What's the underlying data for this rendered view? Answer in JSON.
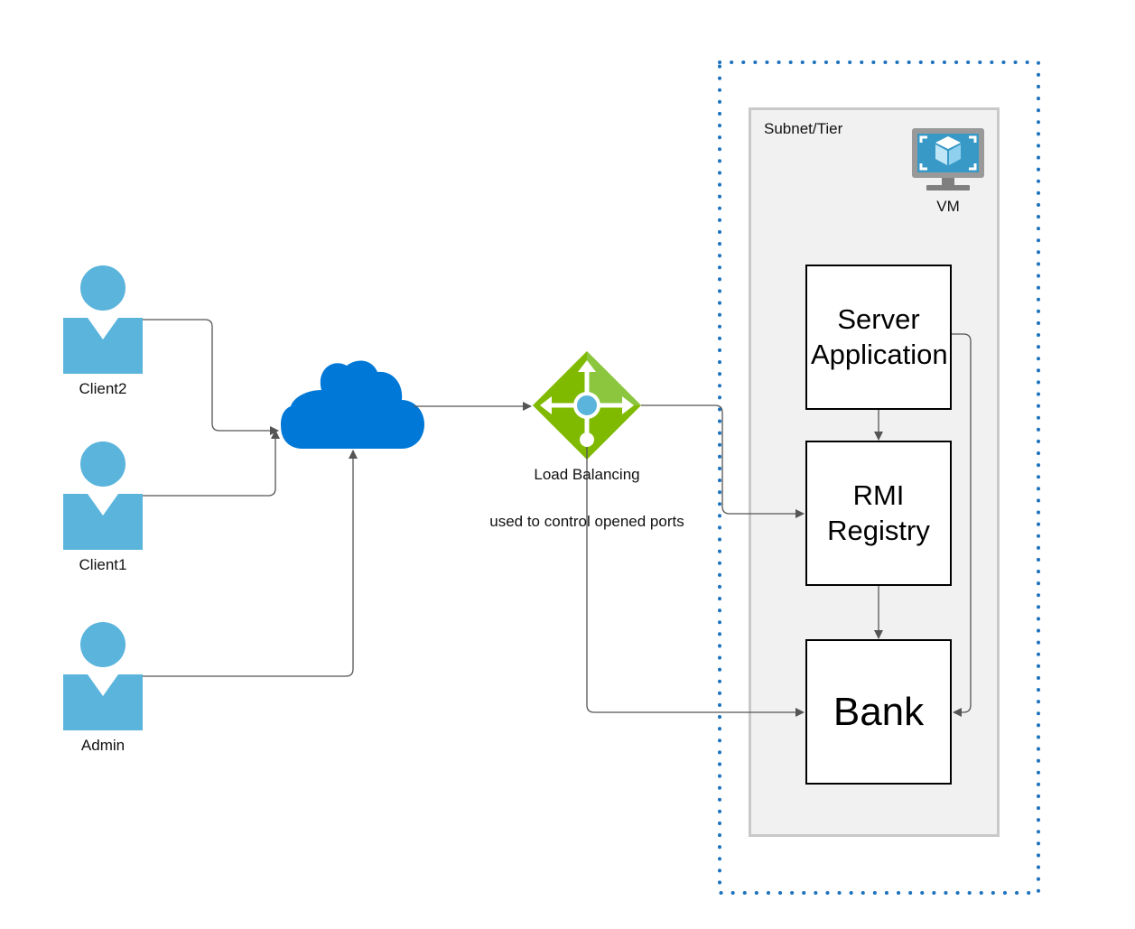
{
  "users": [
    {
      "label": "Client2"
    },
    {
      "label": "Client1"
    },
    {
      "label": "Admin"
    }
  ],
  "load_balancer": {
    "label": "Load Balancing",
    "note": "used to control opened ports"
  },
  "tier": {
    "label": "Subnet/Tier",
    "vm_label": "VM"
  },
  "components": {
    "server": "Server Application",
    "registry": "RMI Registry",
    "bank": "Bank"
  },
  "colors": {
    "user": "#5ab4dc",
    "cloud": "#0078d7",
    "lb_green": "#7fba00",
    "lb_light": "#b8e04a",
    "lb_center": "#5ab4dc",
    "vm_frame": "#999999",
    "vm_screen": "#3999c6",
    "connector": "#555555",
    "dotted_border": "#1e73be"
  },
  "icons": {
    "user": "user-icon",
    "cloud": "cloud-icon",
    "load_balancer": "load-balancer-icon",
    "vm": "vm-icon"
  }
}
